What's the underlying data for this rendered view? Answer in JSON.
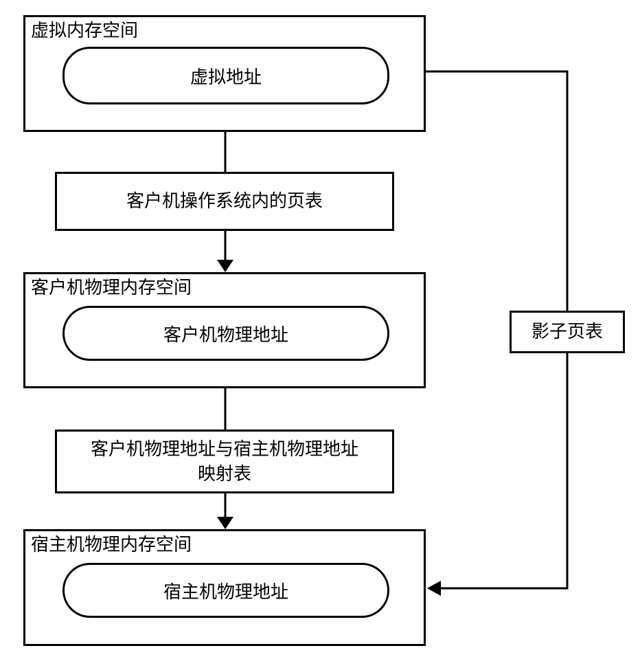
{
  "virtual": {
    "title": "虚拟内存空间",
    "addr": "虚拟地址"
  },
  "guest_page_table": "客户机操作系统内的页表",
  "guest": {
    "title": "客户机物理内存空间",
    "addr": "客户机物理地址"
  },
  "mapping": {
    "line1": "客户机物理地址与宿主机物理地址",
    "line2": "映射表"
  },
  "host": {
    "title": "宿主机物理内存空间",
    "addr": "宿主机物理地址"
  },
  "shadow": "影子页表"
}
